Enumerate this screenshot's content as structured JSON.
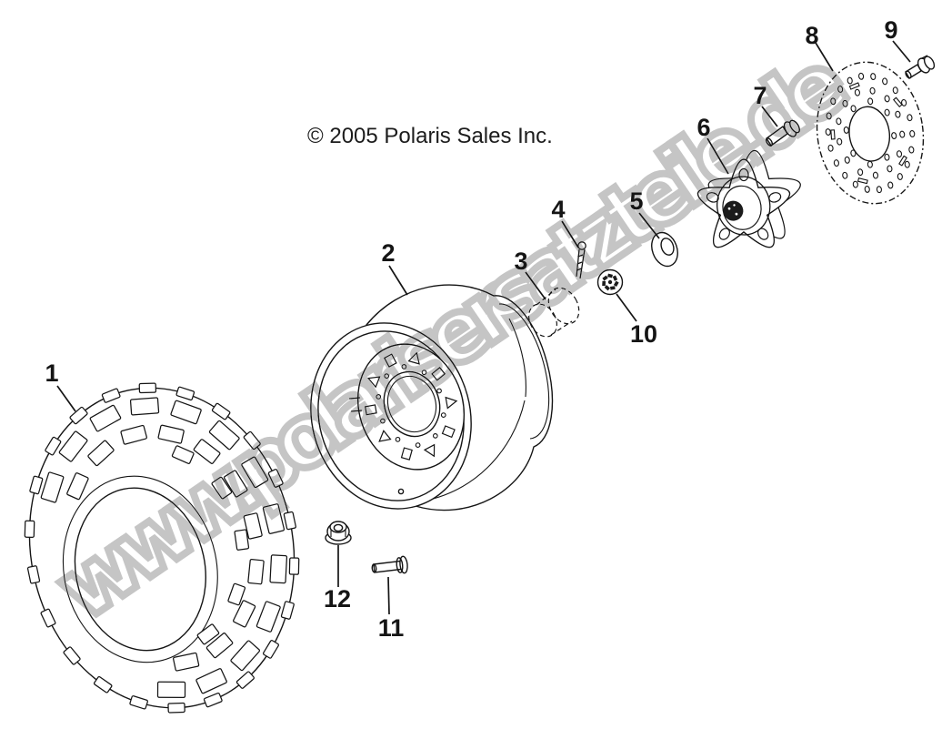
{
  "diagram": {
    "copyright": "© 2005 Polaris Sales Inc.",
    "watermark": "www.polarisersatzteile.de",
    "colors": {
      "line": "#151515",
      "watermark": "#c5c5c5",
      "background": "#ffffff"
    },
    "callouts": [
      {
        "num": "1",
        "part": "tire"
      },
      {
        "num": "2",
        "part": "wheel-rim"
      },
      {
        "num": "3",
        "part": "spacer"
      },
      {
        "num": "4",
        "part": "cotter-pin"
      },
      {
        "num": "5",
        "part": "washer"
      },
      {
        "num": "6",
        "part": "wheel-hub"
      },
      {
        "num": "7",
        "part": "wheel-stud"
      },
      {
        "num": "8",
        "part": "brake-disc"
      },
      {
        "num": "9",
        "part": "bolt"
      },
      {
        "num": "10",
        "part": "castle-nut"
      },
      {
        "num": "11",
        "part": "bolt"
      },
      {
        "num": "12",
        "part": "flange-nut"
      }
    ]
  }
}
